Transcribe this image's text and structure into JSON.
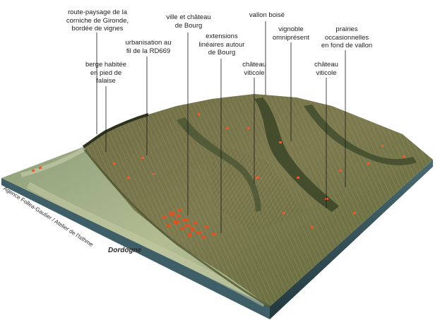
{
  "labels": {
    "route_paysage": "route-paysage de la\ncorniche de Gironde,\nbordée de vignes",
    "ville_chateau": "ville et château\nde Bourg",
    "vallon_boise": "vallon boisé",
    "urbanisation": "urbanisation au\nfil de la RD669",
    "extensions": "extensions\nlinéaires autour\nde Bourg",
    "vignoble": "vignoble\nomniprésent",
    "prairies": "prairies\noccasionnelles\nen fond de vallon",
    "berge": "berge habitée\nen pied de\nfalaise",
    "chateau_viticole_1": "château\nviticole",
    "chateau_viticole_2": "château\nviticole"
  },
  "river_name": "Dordogne",
  "credit": "Agence Follea-Gautier / Atelier de l'Isthme",
  "colors": {
    "vineyard": "#7d7a4a",
    "forest": "#3d4a2a",
    "river": "#a9b68a",
    "roofs": "#d4572a",
    "base_side": "#2f4a52",
    "base_front": "#3e5f68"
  }
}
